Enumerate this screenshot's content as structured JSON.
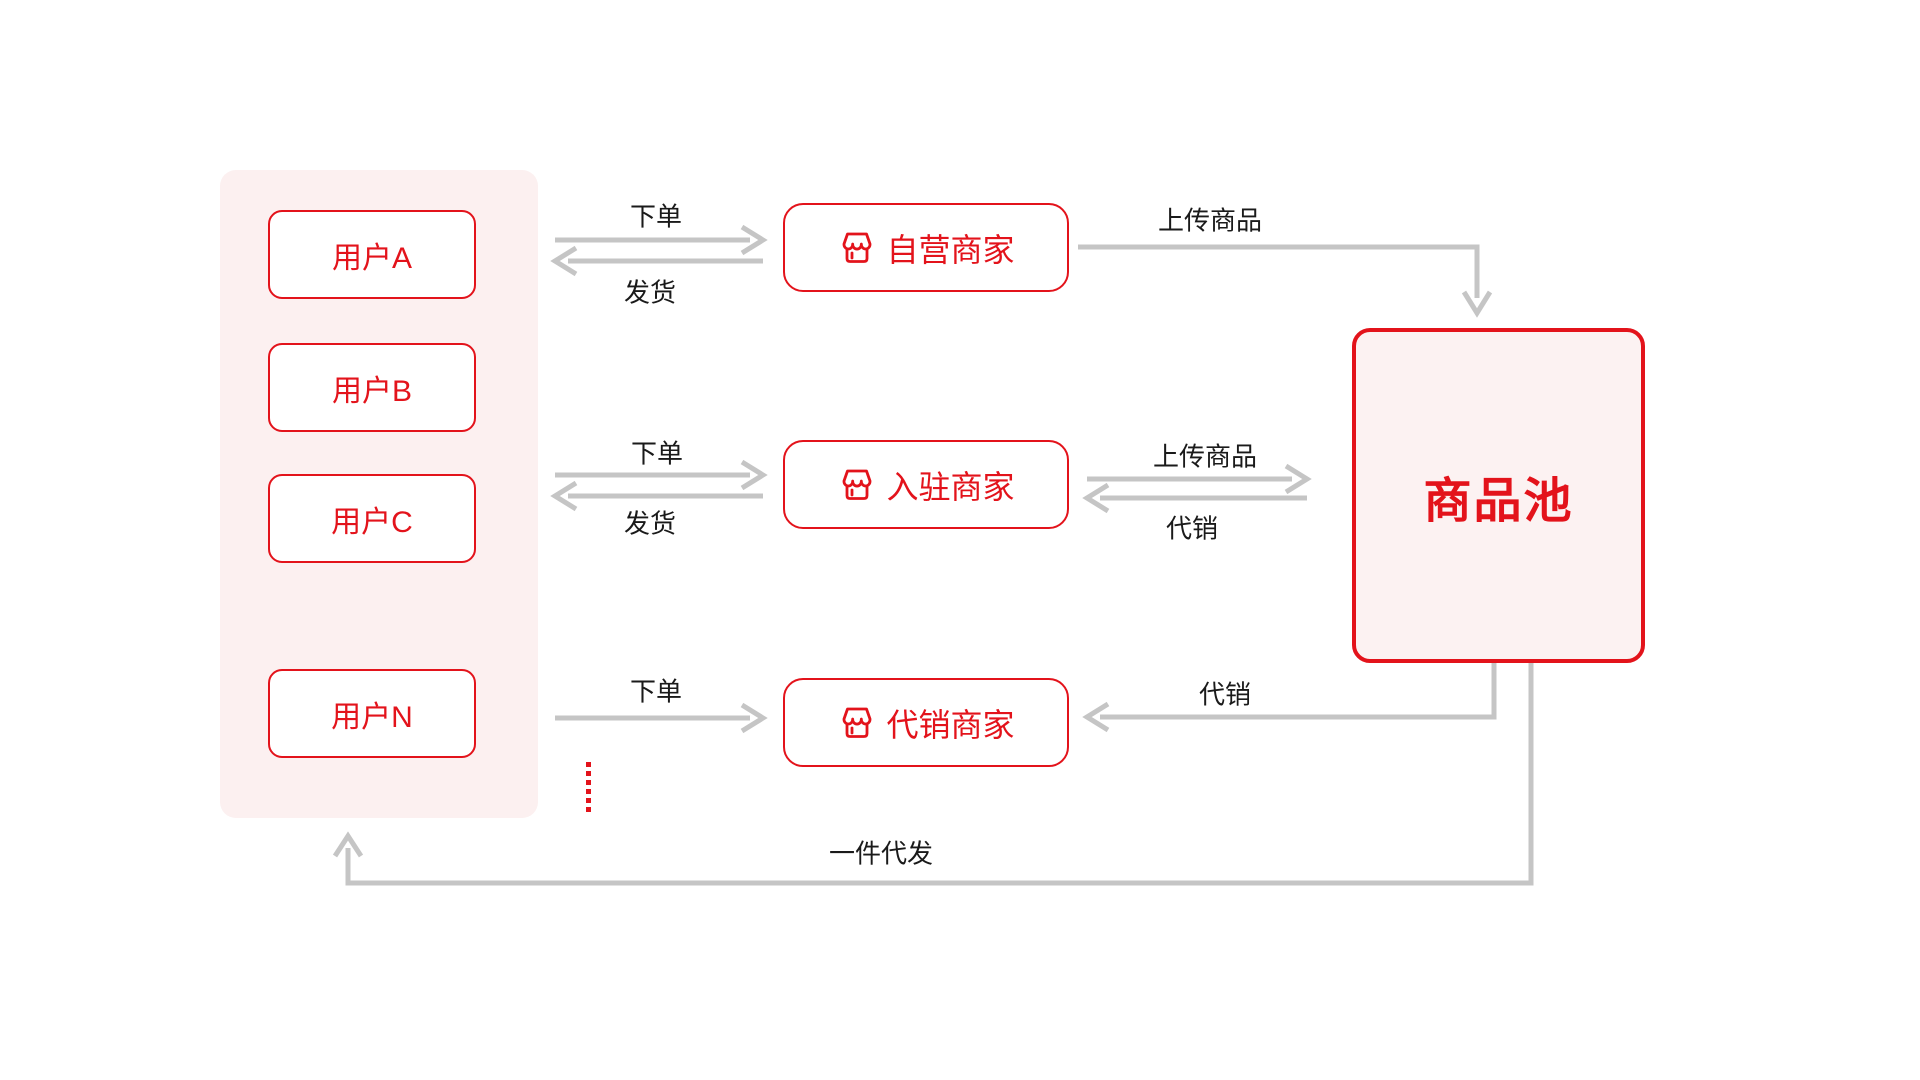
{
  "colors": {
    "red": "#E3131B",
    "panel_bg": "#FCF0F0",
    "pool_bg": "#FCF2F2",
    "arrow_grey": "#C5C5C5",
    "label_text": "#1A1A1A"
  },
  "user_panel": {
    "users": [
      "用户A",
      "用户B",
      "用户C",
      "用户N"
    ],
    "ellipsis_icon": "vertical-dots-icon"
  },
  "merchants": [
    {
      "icon": "storefront-icon",
      "label": "自营商家"
    },
    {
      "icon": "storefront-icon",
      "label": "入驻商家"
    },
    {
      "icon": "storefront-icon",
      "label": "代销商家"
    }
  ],
  "pool": {
    "label": "商品池"
  },
  "arrow_labels": {
    "user1_order": "下单",
    "user1_ship": "发货",
    "user2_order": "下单",
    "user2_ship": "发货",
    "user3_order": "下单",
    "self_upload": "上传商品",
    "settled_upload": "上传商品",
    "settled_consign": "代销",
    "consign_supply": "代销",
    "dropship": "一件代发"
  }
}
